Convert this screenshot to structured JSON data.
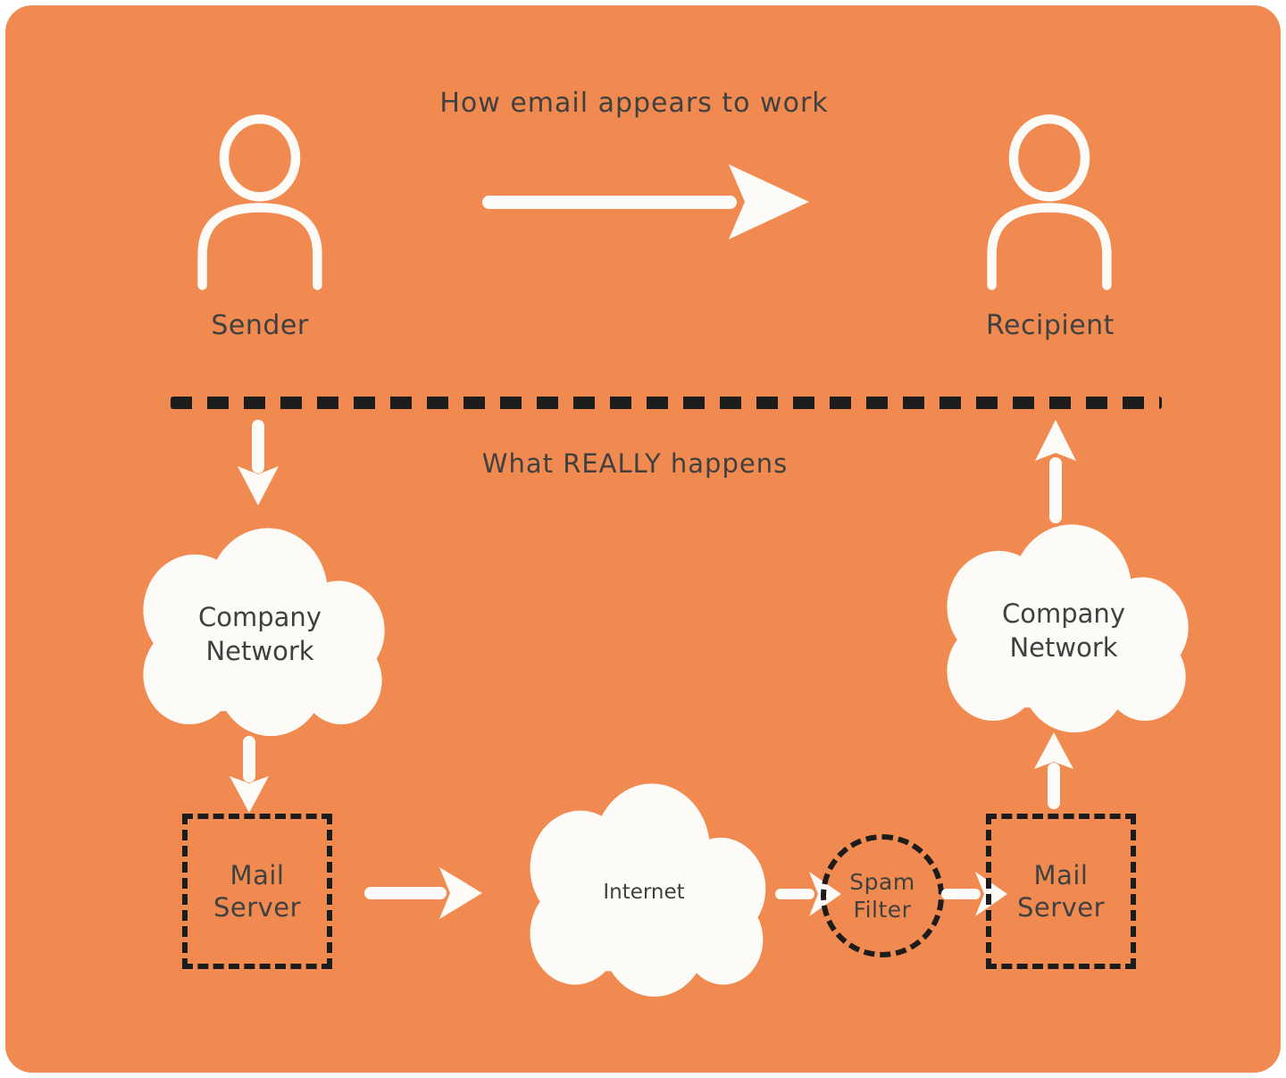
{
  "colors": {
    "background": "#F18A50",
    "shape_white": "#FDFBF7",
    "text_dark": "#3F4040",
    "dashed_black": "#1c1c1c"
  },
  "top_section": {
    "title": "How email appears to work",
    "sender_label": "Sender",
    "recipient_label": "Recipient"
  },
  "bottom_section": {
    "title": "What REALLY happens",
    "left_cloud_label": "Company Network",
    "right_cloud_label": "Company Network",
    "internet_label": "Internet",
    "left_mail_server_label": "Mail Server",
    "right_mail_server_label": "Mail Server",
    "spam_filter_label": "Spam Filter"
  }
}
